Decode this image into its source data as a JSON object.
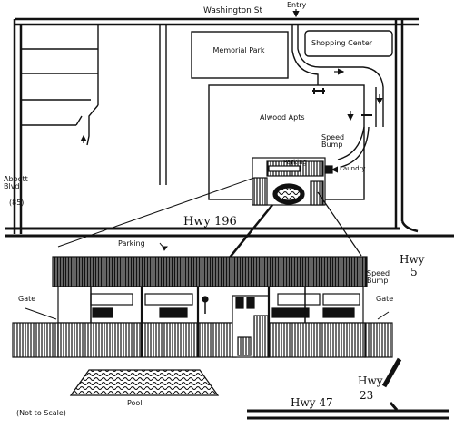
{
  "labels": {
    "washington_st": "Washington St",
    "entry": "Entry",
    "memorial_park": "Memorial Park",
    "shopping_center": "Shopping Center",
    "alwood_apts": "Alwood Apts",
    "speed_bump_top": "Speed Bump",
    "parking_top": "Parking",
    "laundry": "Laundry",
    "abbott_blvd": "Abbott Blvd",
    "abbott_route": "(85)",
    "hwy_196": "Hwy 196",
    "parking_detail": "Parking",
    "hwy_5": "Hwy",
    "hwy_5_num": "5",
    "speed_bump_detail": "Speed Bump",
    "gate_left": "Gate",
    "gate_right": "Gate",
    "pool": "Pool",
    "hwy_23": "Hwy",
    "hwy_23_num": "23",
    "hwy_47": "Hwy 47",
    "not_to_scale": "(Not to Scale)"
  },
  "icons": {
    "arrows": "arrow-icon",
    "speed_bump": "speed-bump-icon"
  }
}
